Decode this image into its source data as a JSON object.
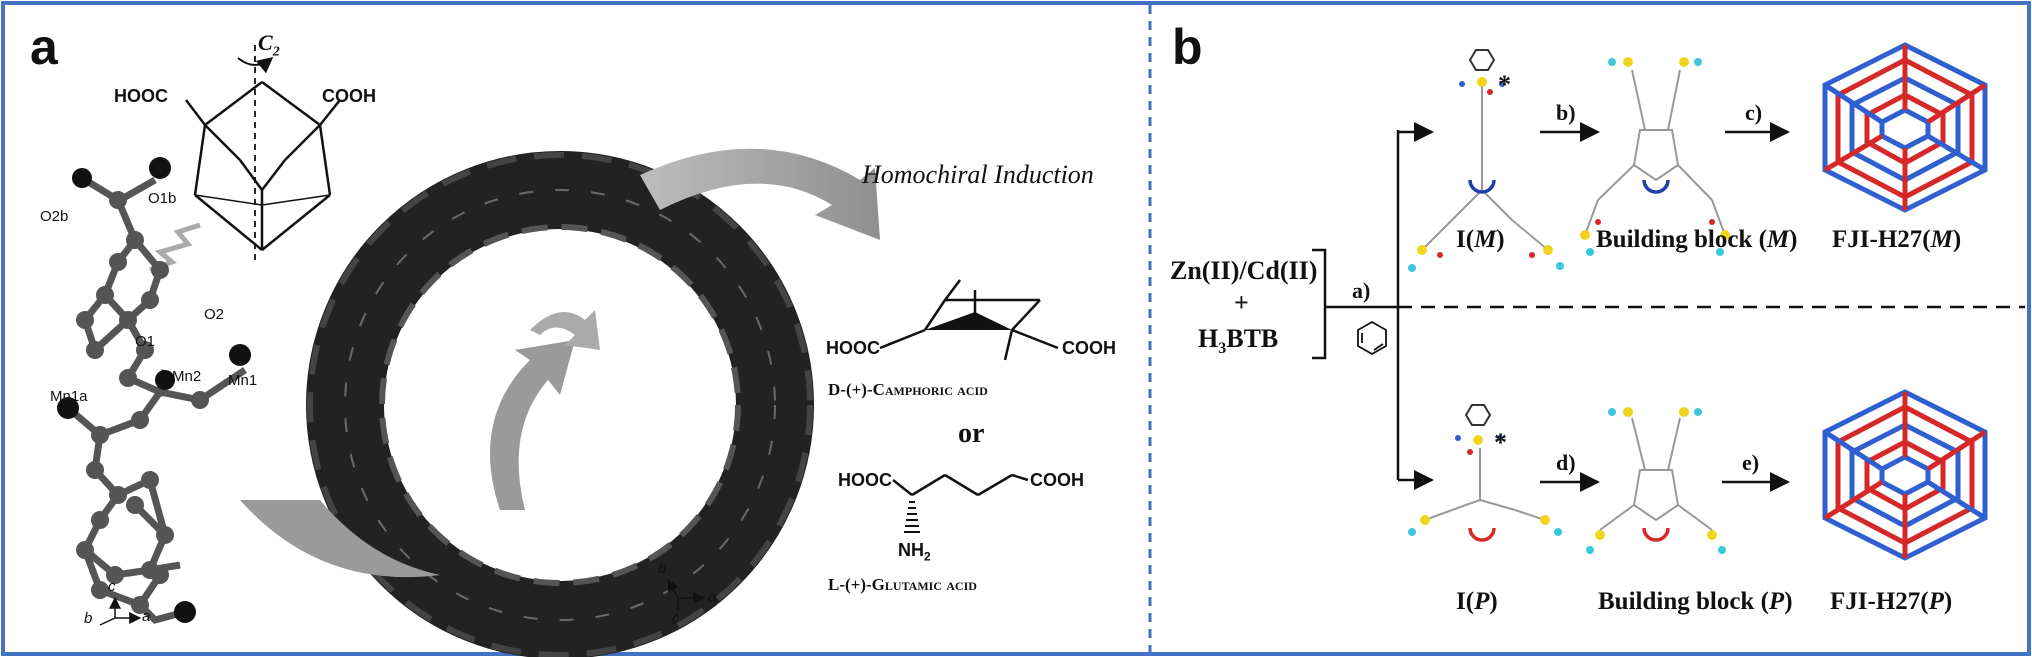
{
  "panel_a": {
    "letter": "a",
    "c2_axis_label": "C",
    "c2_axis_sub": "2",
    "adamantane_left": "HOOC",
    "adamantane_right": "COOH",
    "atom_labels": [
      "O2b",
      "O1b",
      "O2",
      "O1",
      "Mn2",
      "Mn1",
      "Mn1a"
    ],
    "axes_left": {
      "c": "c",
      "b": "b",
      "a": "a"
    },
    "axes_center": {
      "b": "b",
      "c": "c",
      "a": "a"
    },
    "homochiral_text": "Homochiral Induction",
    "camphoric_left": "HOOC",
    "camphoric_right": "COOH",
    "camphoric_name": "D-(+)-Camphoric acid",
    "or_text": "or",
    "glutamic_left": "HOOC",
    "glutamic_right": "COOH",
    "glutamic_nh2": "NH",
    "glutamic_nh2_sub": "2",
    "glutamic_name": "L-(+)-Glutamic acid"
  },
  "panel_b": {
    "letter": "b",
    "reagent_line1": "Zn(II)/Cd(II)",
    "reagent_plus": "+",
    "reagent_line3_pre": "H",
    "reagent_line3_sub": "3",
    "reagent_line3_post": "BTB",
    "step_a": "a)",
    "step_b": "b)",
    "step_c": "c)",
    "step_d": "d)",
    "step_e": "e)",
    "top_labels": {
      "i": "I(",
      "i_m": "M",
      "i_close": ")",
      "bb": "Building block (",
      "bb_m": "M",
      "bb_close": ")",
      "fji": "FJI-H27(",
      "fji_m": "M",
      "fji_close": ")"
    },
    "bottom_labels": {
      "i": "I(",
      "i_m": "P",
      "i_close": ")",
      "bb": "Building block (",
      "bb_m": "P",
      "bb_close": ")",
      "fji": "FJI-H27(",
      "fji_m": "P",
      "fji_close": ")"
    },
    "star": "*"
  },
  "colors": {
    "border": "#4472c4",
    "divider": "#4472c4",
    "red": "#d62828",
    "blue": "#2f5fd0",
    "cyan": "#3cc8d8",
    "yellow": "#f2d41e",
    "dark": "#2a2a2a"
  }
}
